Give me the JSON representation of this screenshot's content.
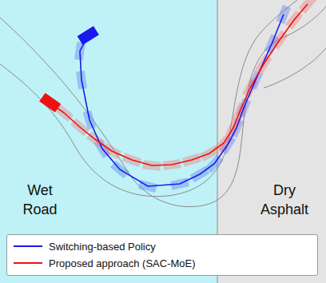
{
  "diagram": {
    "nodes": [
      {
        "text": [
          "Wet Road"
        ]
      },
      {
        "text": [
          "Dry Asphalt"
        ]
      }
    ],
    "legend": [
      {
        "text": "Switching-based Policy"
      },
      {
        "text": "Proposed approach (SAC-MoE)"
      }
    ]
  }
}
